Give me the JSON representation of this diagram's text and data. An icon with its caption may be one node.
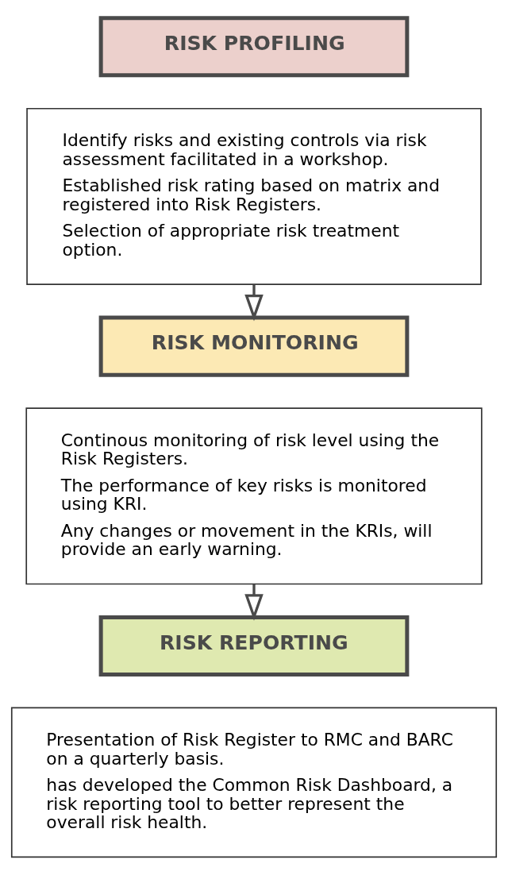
{
  "diagram": {
    "nodes": [
      {
        "text": [
          "RISK PROFILING"
        ]
      },
      {
        "text": [
          "Identify risks and existing controls via risk assessment facilitated in a workshop.",
          "Established risk rating based on matrix and registered into Risk Registers.",
          "Selection of appropriate risk treatment option."
        ]
      },
      {
        "text": [
          "RISK MONITORING"
        ]
      },
      {
        "text": [
          "Continous monitoring of risk level using the Risk Registers.",
          "The performance of key risks is monitored using KRI.",
          "Any changes or movement in the KRIs, will provide an early warning."
        ]
      },
      {
        "text": [
          "RISK REPORTING"
        ]
      },
      {
        "text": [
          "Presentation of Risk Register to RMC and BARC on a quarterly basis.",
          "has developed the Common Risk Dashboard, a risk reporting tool to better represent the overall risk health."
        ]
      }
    ],
    "edges": [
      {
        "from": 1,
        "to": 2,
        "arrow": "to"
      },
      {
        "from": 3,
        "to": 4,
        "arrow": "to"
      }
    ]
  }
}
